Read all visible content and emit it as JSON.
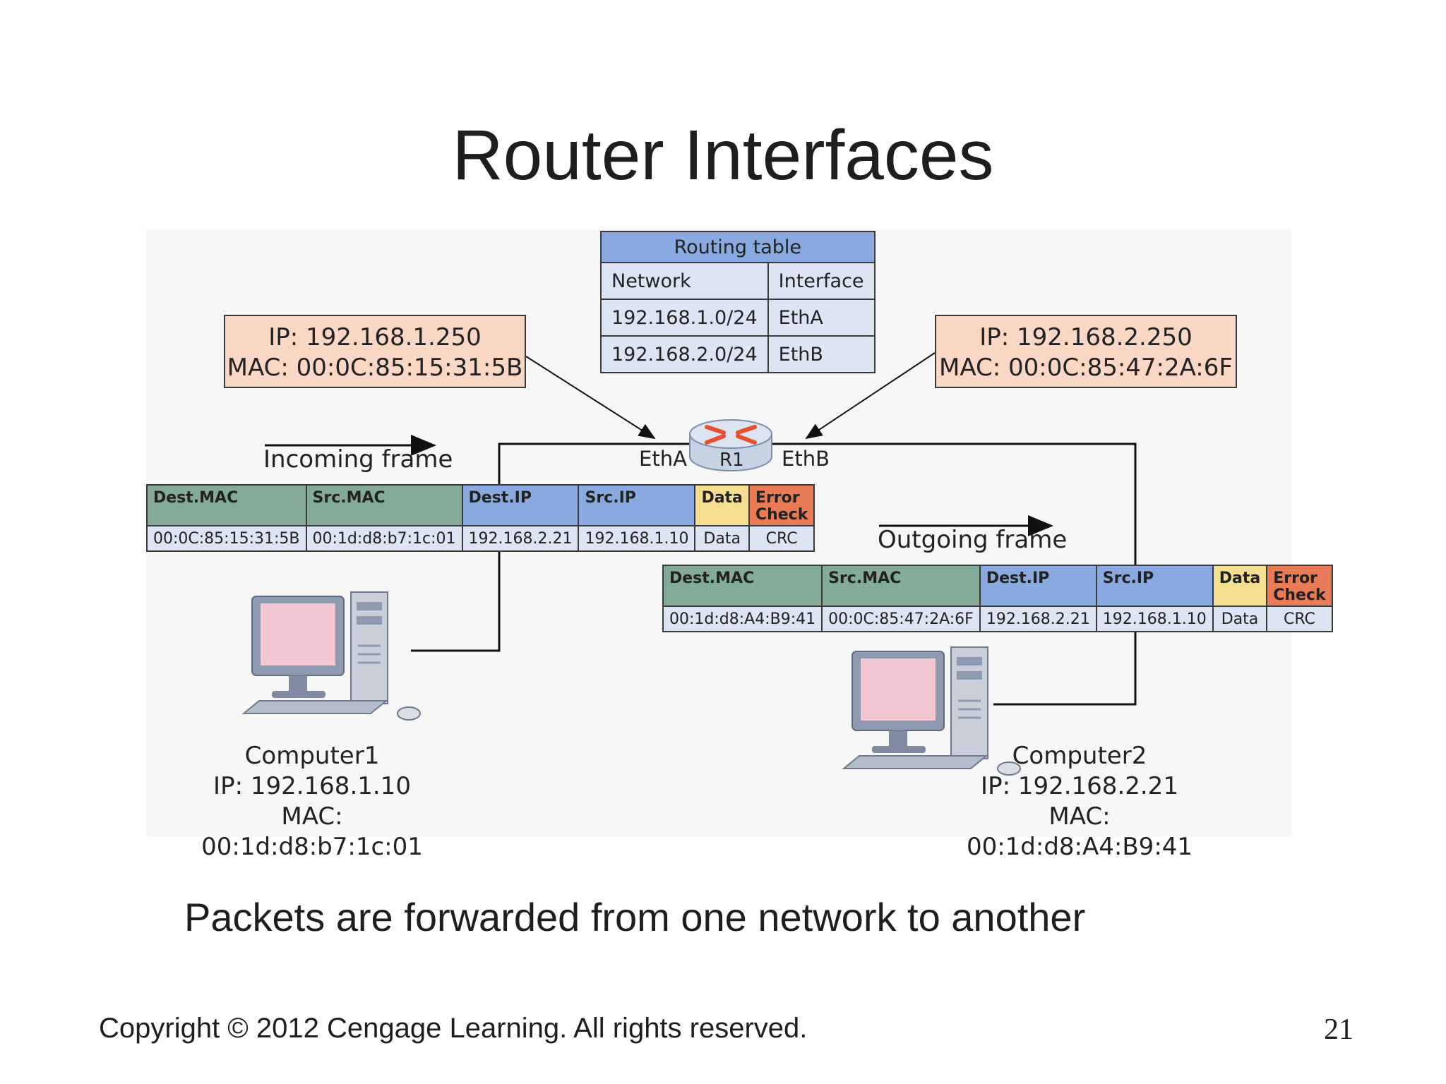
{
  "slide": {
    "title": "Router Interfaces",
    "caption": "Packets are forwarded from one network to another",
    "footer": "Copyright © 2012 Cengage Learning. All rights reserved.",
    "page_number": "21"
  },
  "routing_table": {
    "title": "Routing table",
    "headers": [
      "Network",
      "Interface"
    ],
    "rows": [
      [
        "192.168.1.0/24",
        "EthA"
      ],
      [
        "192.168.2.0/24",
        "EthB"
      ]
    ]
  },
  "interfaces": {
    "ethA": {
      "ip": "IP: 192.168.1.250",
      "mac": "MAC: 00:0C:85:15:31:5B",
      "label": "EthA"
    },
    "ethB": {
      "ip": "IP: 192.168.2.250",
      "mac": "MAC: 00:0C:85:47:2A:6F",
      "label": "EthB"
    }
  },
  "router": {
    "label": "R1"
  },
  "incoming_frame": {
    "label": "Incoming frame",
    "headers": [
      "Dest.MAC",
      "Src.MAC",
      "Dest.IP",
      "Src.IP",
      "Data",
      "Error Check"
    ],
    "values": [
      "00:0C:85:15:31:5B",
      "00:1d:d8:b7:1c:01",
      "192.168.2.21",
      "192.168.1.10",
      "Data",
      "CRC"
    ]
  },
  "outgoing_frame": {
    "label": "Outgoing frame",
    "headers": [
      "Dest.MAC",
      "Src.MAC",
      "Dest.IP",
      "Src.IP",
      "Data",
      "Error Check"
    ],
    "values": [
      "00:1d:d8:A4:B9:41",
      "00:0C:85:47:2A:6F",
      "192.168.2.21",
      "192.168.1.10",
      "Data",
      "CRC"
    ]
  },
  "computer1": {
    "name": "Computer1",
    "ip": "IP: 192.168.1.10",
    "mac": "MAC: 00:1d:d8:b7:1c:01"
  },
  "computer2": {
    "name": "Computer2",
    "ip": "IP: 192.168.2.21",
    "mac": "MAC: 00:1d:d8:A4:B9:41"
  },
  "colors": {
    "mac_header": "#83ab97",
    "ip_header": "#8aa9e0",
    "data_header": "#f3df8f",
    "error_header": "#ea7b57",
    "ip_box": "#f8d7c4",
    "router_arrows": "#e6502e"
  },
  "icons": [
    "router-icon",
    "desktop-computer-icon"
  ]
}
